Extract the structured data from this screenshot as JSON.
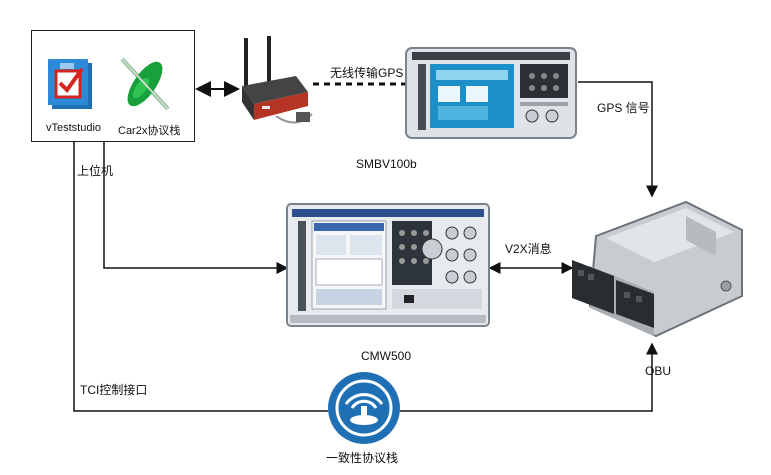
{
  "host_pc": {
    "app_vteststudio": "vTeststudio",
    "app_car2x": "Car2x协议栈",
    "caption": "上位机"
  },
  "links": {
    "wireless_gps": "无线传输GPS",
    "gps_signal": "GPS 信号",
    "v2x_message": "V2X消息",
    "tci_interface": "TCI控制接口"
  },
  "devices": {
    "smbv_caption": "SMBV100b",
    "cmw_caption": "CMW500",
    "obu_caption": "OBU",
    "conformance_caption": "一致性协议栈"
  },
  "colors": {
    "line": "#111111",
    "logo_blue": "#1f6fb5",
    "vtest_red": "#d3261f",
    "car2x_green": "#18a03a",
    "screen_blue": "#1c8fc7"
  }
}
